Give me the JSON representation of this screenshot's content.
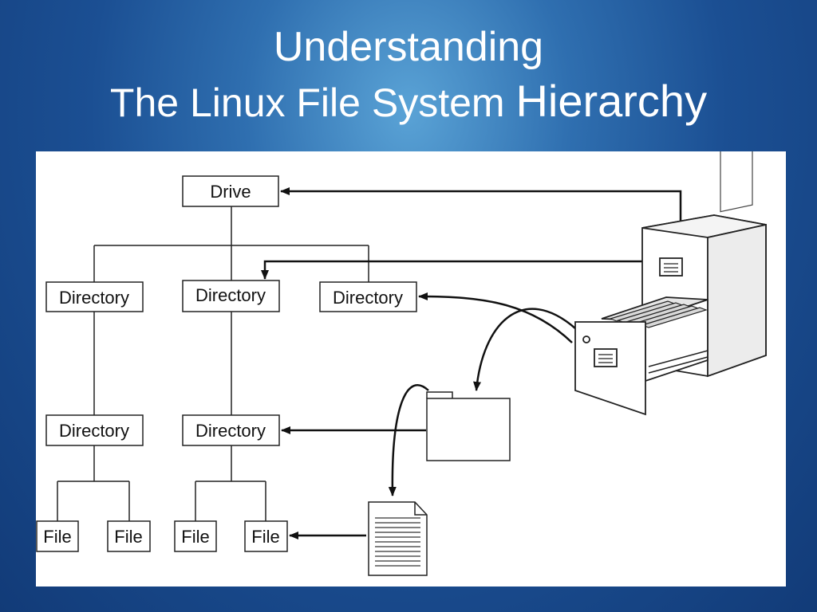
{
  "title": {
    "line1": "Understanding",
    "line2_main": "The Linux File System ",
    "line2_emphasis": "Hierarchy"
  },
  "diagram": {
    "drive": "Drive",
    "directory_labels": [
      "Directory",
      "Directory",
      "Directory",
      "Directory",
      "Directory"
    ],
    "file_labels": [
      "File",
      "File",
      "File",
      "File"
    ]
  },
  "colors": {
    "background": "#1b4f93",
    "title_text": "#ffffff",
    "panel": "#ffffff",
    "ink": "#111111"
  },
  "icons": [
    "filing-cabinet-icon",
    "folder-icon",
    "document-icon"
  ]
}
